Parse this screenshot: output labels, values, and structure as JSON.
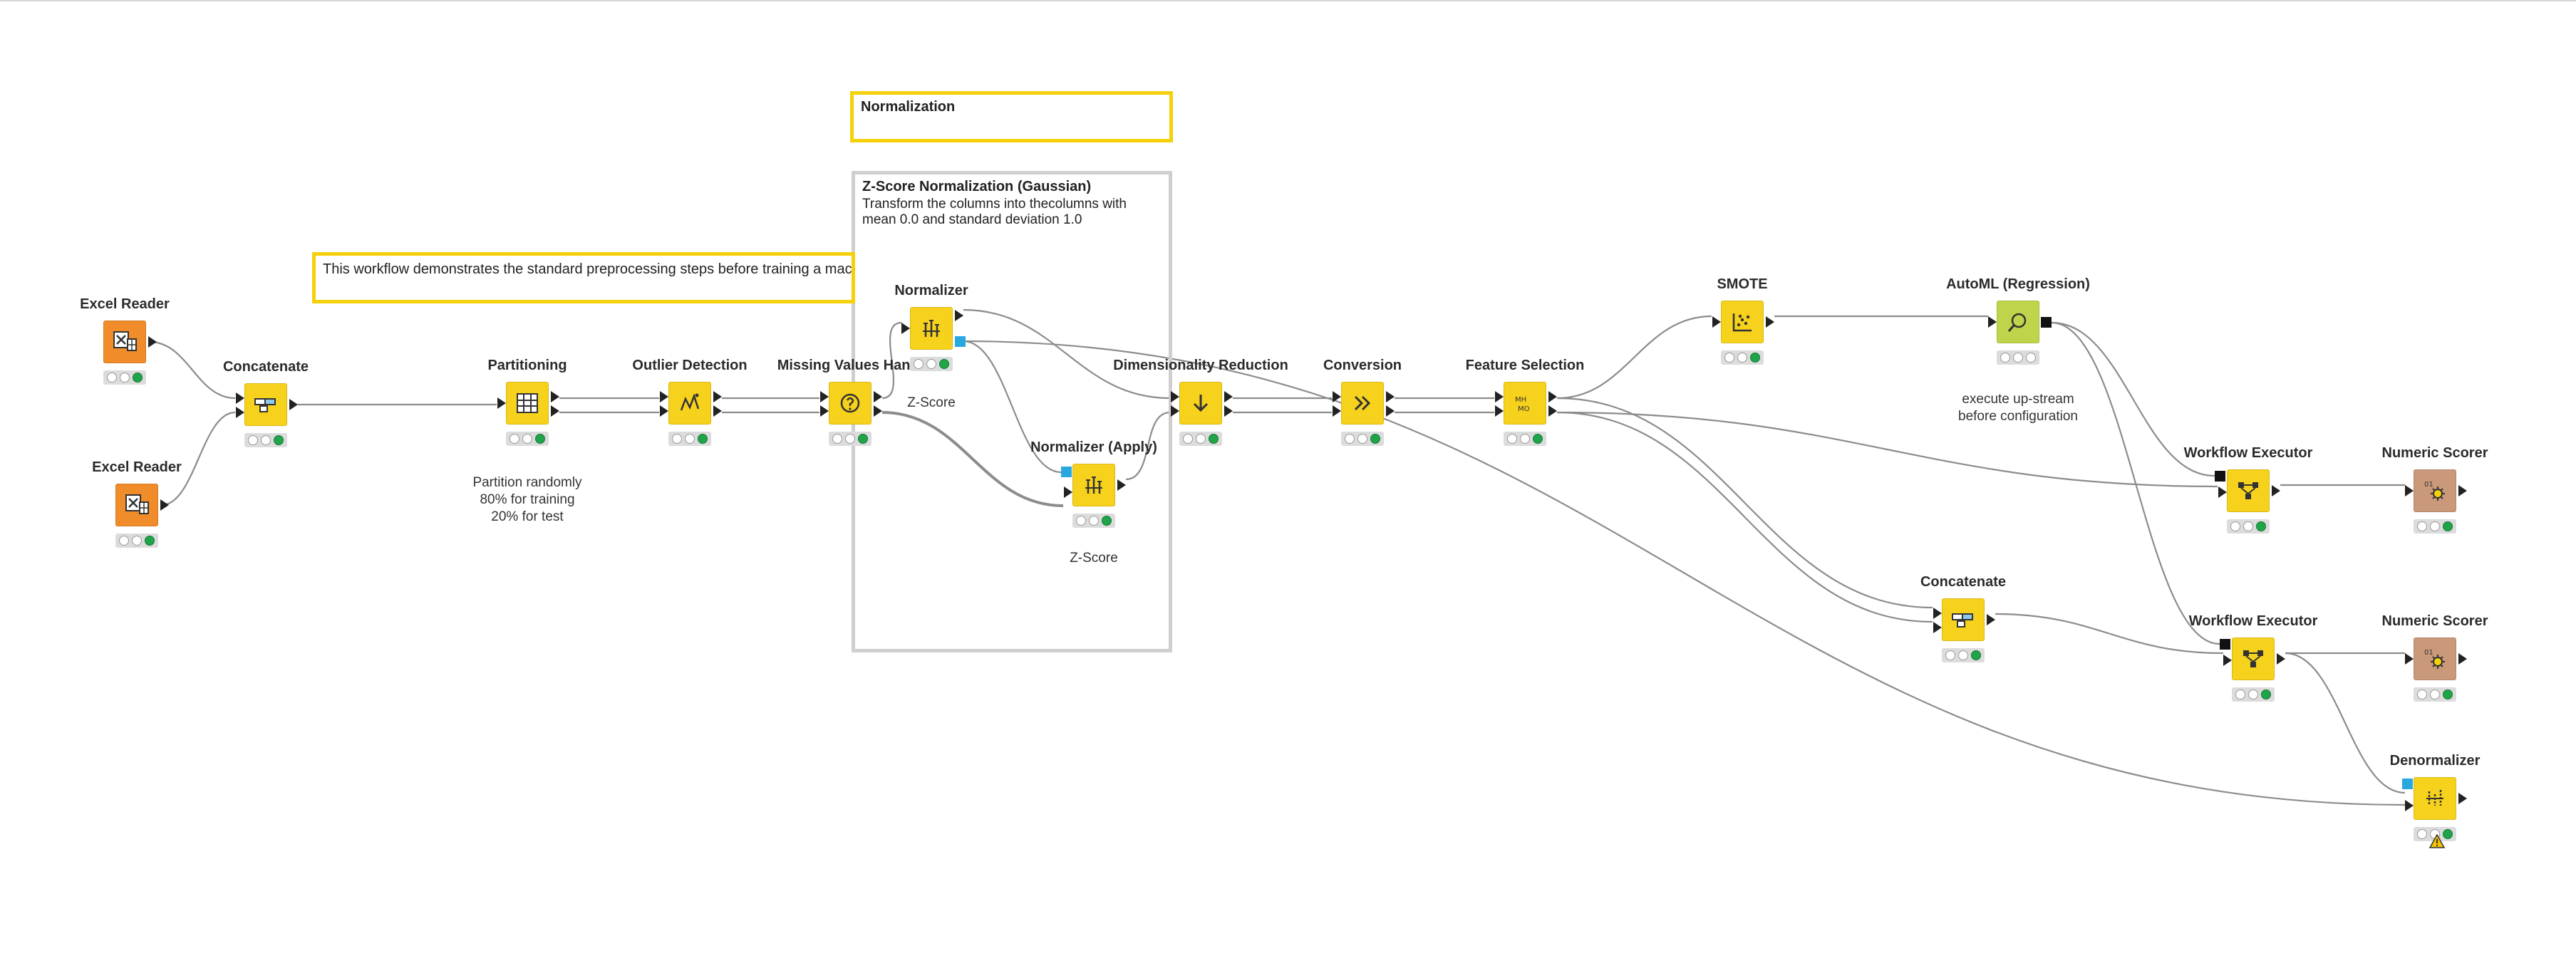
{
  "annotations": {
    "normalization": {
      "title": "Normalization"
    },
    "zscore": {
      "title": "Z-Score Normalization (Gaussian)",
      "text": "Transform the columns into thecolumns with\nmean 0.0 and standard deviation 1.0"
    },
    "intro": {
      "text": "This workflow demonstrates the standard preprocessing steps before training a machine learning model"
    }
  },
  "nodes": {
    "excel1": {
      "title": "Excel Reader",
      "icon": "excel-icon",
      "status": "executed"
    },
    "excel2": {
      "title": "Excel Reader",
      "icon": "excel-icon",
      "status": "executed"
    },
    "concat1": {
      "title": "Concatenate",
      "icon": "concatenate-icon",
      "status": "executed"
    },
    "partition": {
      "title": "Partitioning",
      "icon": "partition-icon",
      "status": "executed",
      "caption": "Partition randomly\n80% for training\n20% for test"
    },
    "outlier": {
      "title": "Outlier Detection",
      "icon": "outlier-icon",
      "status": "executed"
    },
    "missing": {
      "title": "Missing Values Handl",
      "icon": "missing-values-icon",
      "status": "executed"
    },
    "normalizer": {
      "title": "Normalizer",
      "icon": "normalizer-icon",
      "status": "executed",
      "caption": "Z-Score"
    },
    "normapply": {
      "title": "Normalizer (Apply)",
      "icon": "normalizer-apply-icon",
      "status": "executed",
      "caption": "Z-Score"
    },
    "dimred": {
      "title": "Dimensionality Reduction",
      "icon": "metanode-down-icon",
      "status": "executed"
    },
    "conversion": {
      "title": "Conversion",
      "icon": "metanode-forward-icon",
      "status": "executed"
    },
    "featsel": {
      "title": "Feature Selection",
      "icon": "feature-selection-icon",
      "status": "executed"
    },
    "smote": {
      "title": "SMOTE",
      "icon": "scatter-icon",
      "status": "executed"
    },
    "automl": {
      "title": "AutoML (Regression)",
      "icon": "automl-icon",
      "status": "idle",
      "caption": "execute up-stream\nbefore configuration"
    },
    "concat2": {
      "title": "Concatenate",
      "icon": "concatenate-icon",
      "status": "executed"
    },
    "wfexec1": {
      "title": "Workflow Executor",
      "icon": "workflow-executor-icon",
      "status": "executed"
    },
    "wfexec2": {
      "title": "Workflow Executor",
      "icon": "workflow-executor-icon",
      "status": "executed"
    },
    "scorer1": {
      "title": "Numeric Scorer",
      "icon": "scorer-icon",
      "status": "executed"
    },
    "scorer2": {
      "title": "Numeric Scorer",
      "icon": "scorer-icon",
      "status": "executed"
    },
    "denorm": {
      "title": "Denormalizer",
      "icon": "denormalizer-icon",
      "status": "warning"
    }
  },
  "colors": {
    "node_yellow": "#f7d21c",
    "node_orange": "#f18c2a",
    "node_lime": "#bfd44a",
    "node_brown": "#c9997a",
    "annotation_yellow": "#f5d10b",
    "annotation_gray": "#cfcfcf",
    "status_green": "#20a44a",
    "connection": "#8c8c8c"
  }
}
